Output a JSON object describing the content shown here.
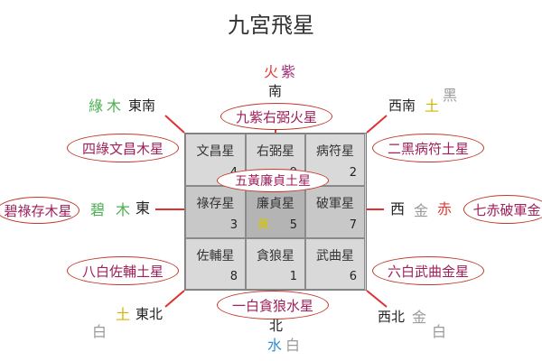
{
  "title": "九宮飛星",
  "grid": {
    "cells": [
      {
        "star": "文昌星",
        "num": "4"
      },
      {
        "star": "右弼星",
        "num": "9"
      },
      {
        "star": "病符星",
        "num": "2"
      },
      {
        "star": "祿存星",
        "num": "3"
      },
      {
        "star": "廉貞星",
        "num": "5",
        "extra": "黃"
      },
      {
        "star": "破軍星",
        "num": "7"
      },
      {
        "star": "佐輔星",
        "num": "8"
      },
      {
        "star": "貪狼星",
        "num": "1"
      },
      {
        "star": "武曲星",
        "num": "6"
      }
    ]
  },
  "ovals": {
    "n": "九紫右弼火星",
    "ne": "二黑病符土星",
    "nw": "四綠文昌木星",
    "center": "五黃廉貞土星",
    "w": "碧祿存木星",
    "e": "七赤破軍金",
    "sw": "八白佐輔土星",
    "se": "六白武曲金星",
    "s": "一白貪狼水星"
  },
  "directions": {
    "n": "南",
    "s": "北",
    "e": "西",
    "w": "東",
    "ne": "西南",
    "nw": "東南",
    "se": "西北",
    "sw": "東北"
  },
  "elements": {
    "n_fire": "火",
    "n_purple": "紫",
    "nw_green": "綠",
    "nw_wood": "木",
    "ne_earth": "土",
    "ne_black": "黑",
    "w_jade": "碧",
    "w_wood": "木",
    "e_metal": "金",
    "e_red": "赤",
    "sw_earth": "土",
    "sw_white": "白",
    "se_metal": "金",
    "se_white": "白",
    "s_water": "水",
    "s_white": "白"
  }
}
